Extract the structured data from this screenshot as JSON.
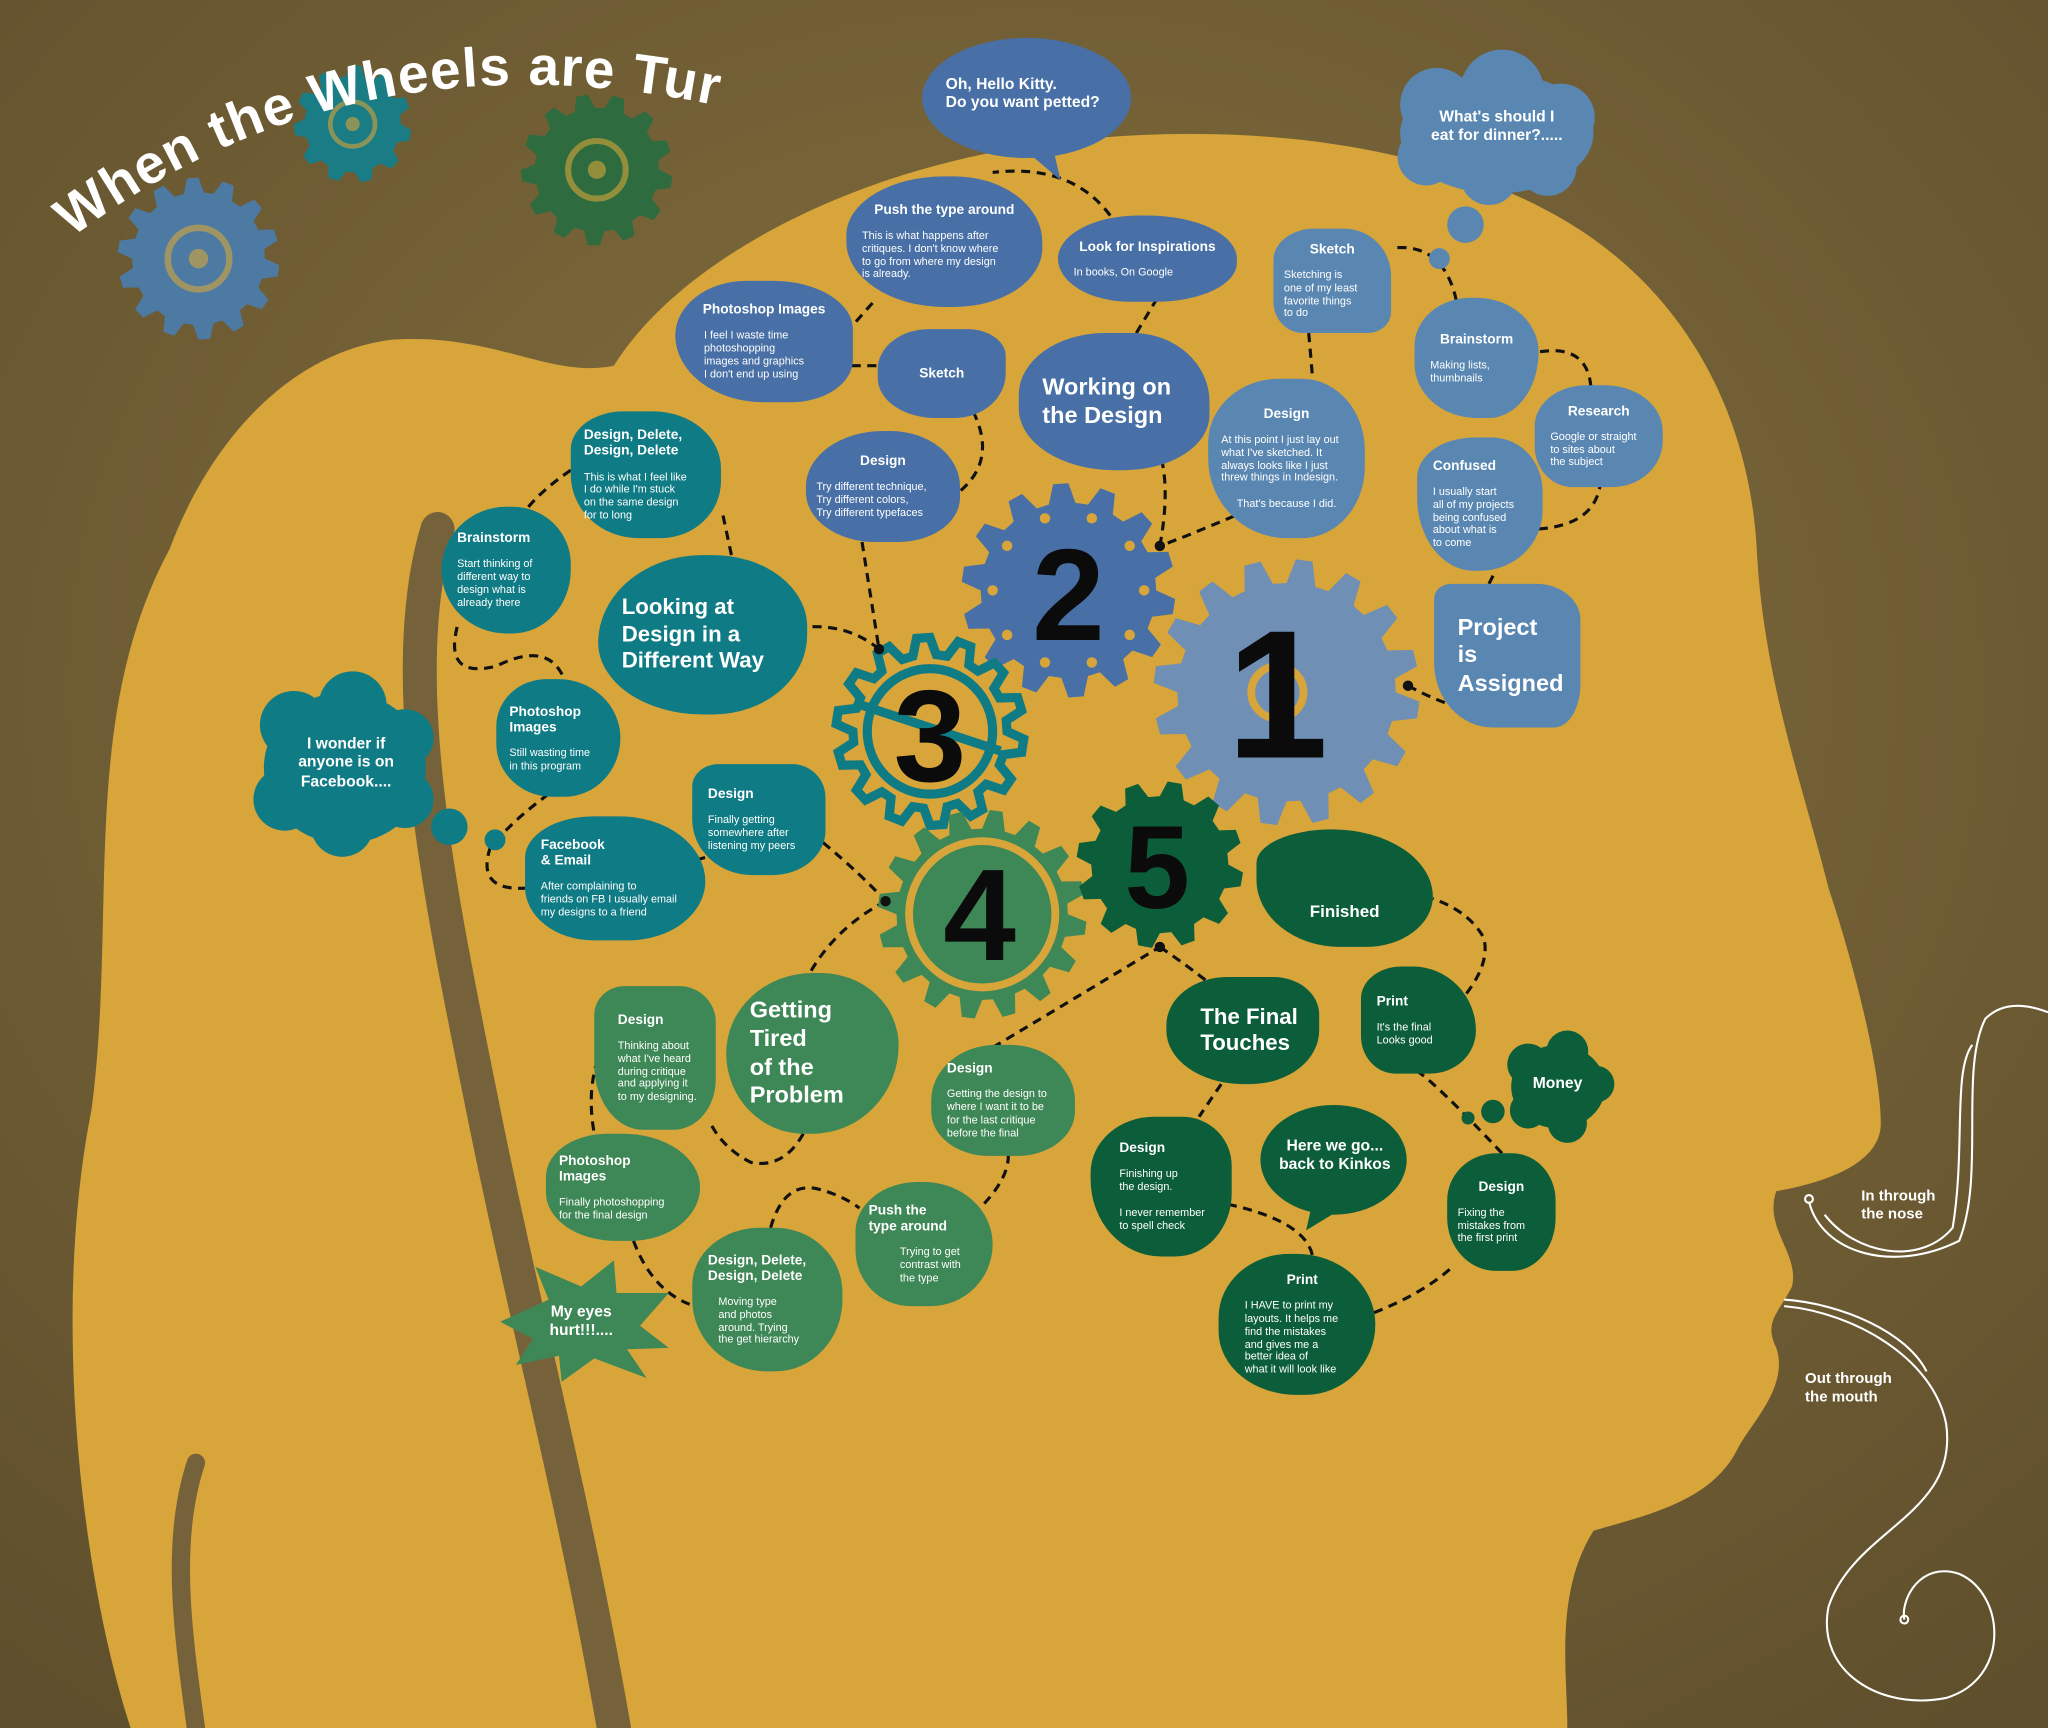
{
  "title": "When the Wheels are Turning",
  "colors": {
    "background": "#76623a",
    "head": "#d7a53a",
    "stage1": "#5a87b2",
    "stage2": "#4870a6",
    "stage3": "#0f7b84",
    "stage4": "#3e8756",
    "stage5": "#0c5d3a"
  },
  "gears": [
    "1",
    "2",
    "3",
    "4",
    "5"
  ],
  "stage1": {
    "hub": "Project is\nAssigned",
    "thought": "What's should I\neat for dinner?.....",
    "nodes": [
      {
        "title": "Confused",
        "body": "I usually start\nall of my projects\nbeing confused\nabout what is\nto come"
      },
      {
        "title": "Research",
        "body": "Google or straight\nto sites about\nthe subject"
      },
      {
        "title": "Brainstorm",
        "body": "Making lists,\nthumbnails"
      },
      {
        "title": "Sketch",
        "body": "Sketching is\none of my least\nfavorite things\nto do"
      },
      {
        "title": "Design",
        "body": "At this point I just lay out\nwhat I've sketched. It\nalways looks like I just\nthrew things in Indesign.",
        "body2": "That's because I did."
      }
    ]
  },
  "stage2": {
    "hub": "Working on\nthe Design",
    "thought": "Oh, Hello Kitty.\nDo you want petted?",
    "nodes": [
      {
        "title": "Look for Inspirations",
        "body": "In books, On Google"
      },
      {
        "title": "Push the type around",
        "body": "This is what happens after\ncritiques. I don't know where\nto go from where my design\nis already."
      },
      {
        "title": "Photoshop Images",
        "body": "I feel I waste time\nphotoshopping\nimages and graphics\nI don't end up using"
      },
      {
        "title": "Sketch",
        "body": ""
      },
      {
        "title": "Design",
        "body": "Try different technique,\nTry different colors,\nTry different typefaces"
      }
    ]
  },
  "stage3": {
    "hub": "Looking at\nDesign in a\nDifferent Way",
    "thought": "I wonder if\nanyone is on\nFacebook....",
    "nodes": [
      {
        "title": "Design, Delete,\nDesign, Delete",
        "body": "This is what I feel like\nI do while I'm stuck\non the same design\nfor to long"
      },
      {
        "title": "Brainstorm",
        "body": "Start thinking of\ndifferent way to\ndesign what is\nalready there"
      },
      {
        "title": "Photoshop\nImages",
        "body": "Still wasting time\nin this program"
      },
      {
        "title": "Facebook\n& Email",
        "body": "After complaining to\nfriends on FB I usually email\nmy designs to a friend"
      },
      {
        "title": "Design",
        "body": "Finally getting\nsomewhere after\nlistening my peers"
      }
    ]
  },
  "stage4": {
    "hub": "Getting\nTired\nof the\nProblem",
    "thought": "My eyes\nhurt!!!....",
    "nodes": [
      {
        "title": "Design",
        "body": "Thinking about\nwhat I've heard\nduring critique\nand applying it\nto my designing."
      },
      {
        "title": "Photoshop\nImages",
        "body": "Finally photoshopping\nfor the final design"
      },
      {
        "title": "Design, Delete,\nDesign, Delete",
        "body": "Moving type\nand photos\naround. Trying\nthe get hierarchy"
      },
      {
        "title": "Push the\ntype around",
        "body": "Trying to get\ncontrast with\nthe type"
      },
      {
        "title": "Design",
        "body": "Getting the design to\nwhere I want it to be\nfor the last critique\nbefore the final"
      }
    ]
  },
  "stage5": {
    "hub": "The Final\nTouches",
    "finished": "Finished",
    "thought": "Here we go...\nback to Kinkos",
    "thought2": "Money",
    "nodes": [
      {
        "title": "Design",
        "body": "Finishing up\nthe design.",
        "body2": "I never remember\nto spell check"
      },
      {
        "title": "Print",
        "body": "I HAVE to print my\nlayouts. It helps me\nfind the mistakes\nand gives me a\nbetter idea of\nwhat it will look like"
      },
      {
        "title": "Design",
        "body": "Fixing the\nmistakes from\nthe first print"
      },
      {
        "title": "Print",
        "body": "It's the final\nLooks good"
      }
    ]
  },
  "annotations": {
    "nose": "In through\nthe nose",
    "mouth": "Out through\nthe mouth"
  }
}
